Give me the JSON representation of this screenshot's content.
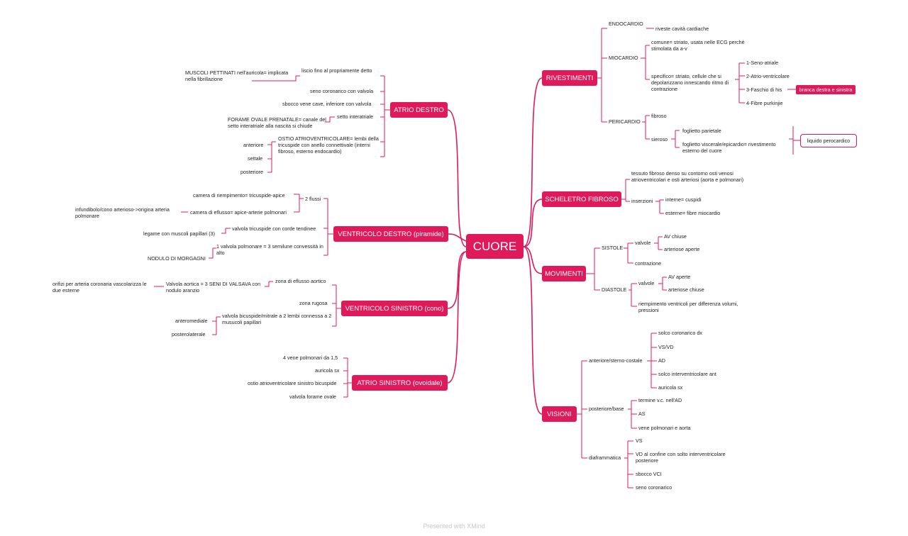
{
  "footer": "Presented with XMind",
  "root": "CUORE",
  "branches": {
    "rivestimenti": "RIVESTIMENTI",
    "scheletro": "SCHELETRO FIBROSO",
    "movimenti": "MOVIMENTI",
    "visioni": "VISIONI",
    "atrio_destro": "ATRIO DESTRO",
    "ventricolo_destro": "VENTRICOLO DESTRO (piramide)",
    "ventricolo_sinistro": "VENTRICOLO SINISTRO (cono)",
    "atrio_sinistro": "ATRIO SINISTRO (ovoidale)"
  },
  "riv": {
    "endocardio": "ENDOCARDIO",
    "endocardio_1": "riveste cavità cardiache",
    "miocardio": "MIOCARDIO",
    "comune": "comune= striato, usata nelle ECG perchè stimolata da a-v",
    "specifico": "specifico= striato, cellule che si depolarizzano innescando ritmo di contrazione",
    "seno": "1-Seno-atriale",
    "atrio_ventr": "2-Atrio-ventricolare",
    "his": "3-Faschio di his",
    "branca": "branca destra e sinistra",
    "purkinje": "4-Fibre purkinjie",
    "pericardio": "PERICARDIO",
    "fibroso": "fibroso",
    "sieroso": "sieroso",
    "parietale": "foglietto parietale",
    "viscerale": "foglietto viscerale/epicardio= rivestimento esterno del cuore",
    "liquido": "liquido perocardico"
  },
  "sch": {
    "tessuto": "tessuto fibroso denso su contorno osti venosi atrioventricolari e osti arteriosi (aorta e polmonari)",
    "inserzioni": "inserzioni",
    "interne": "interne= cuspidi",
    "esterne": "esterne= fibre miocardio"
  },
  "mov": {
    "sistole": "SISTOLE",
    "valvole": "valvole",
    "av_chiuse": "AV chiuse",
    "art_aperte": "arteriose aperte",
    "contrazione": "contrazione",
    "diastole": "DIASTOLE",
    "valvole2": "valvole",
    "av_aperte": "AV aperte",
    "art_chiuse": "arteriose chiuse",
    "riempimento": "riempimento ventricoli per differenza volumi, pressioni"
  },
  "vis": {
    "anteriore": "anteriore/sterno-costale",
    "a1": "solco coronarico dx",
    "a2": "VS/VD",
    "a3": "AD",
    "a4": "solco interventricolare ant",
    "a5": "auricola sx",
    "posteriore": "posteriore/base",
    "p1": "termine v.c. nell'AD",
    "p2": "AS",
    "p3": "vene polmonari e aorta",
    "diaframmatica": "diaframmatica",
    "d1": "VS",
    "d2": "VD al confine con solto interventricolare posteriore",
    "d3": "sbocco VCI",
    "d4": "seno coronarico"
  },
  "ad": {
    "liscio": "liscio fino al propriamente detto",
    "muscoli": "MUSCOLI PETTINATI nell'auricola= implicata nella fibrillazione",
    "seno": "seno coronarico con valvola",
    "sbocco": "sbocco vene cave, inferiore con valvola",
    "setto": "setto interatriale",
    "forame": "FORAME OVALE PRENATALE= canale del setto interatriale alla nascita si chiude",
    "ostio": "OSTIO ATRIOVENTRICOLARE= lembi della tricuspide con anello connettivale (interni fibroso, esterno endocardio)",
    "anteriore": "anteriore",
    "settale": "settale",
    "posteriore": "posteriore"
  },
  "vd": {
    "flussi": "2 flussi",
    "riempimento": "camera di riempimento= tricuspide-apice",
    "efflusso": "camera di eflusso= apice-arterie polmonari",
    "infundibolo": "infundibolo/cono arterioso->origina arteria polmonare",
    "valvola_tric": "valvola tricuspide con corde tendinee",
    "legame": "legame con muscoli papillari (3)",
    "valvola_polm": "1 valvola polmonare = 3 semilune convessità in alto",
    "nodulo": "NODULO DI MORGAGNI"
  },
  "vs": {
    "zona_efflusso": "zona di eflusso aortico",
    "valvola_aortica": "Valvola aortica = 3 SENI DI VALSAVA con nodulo aranzio",
    "orifizi": "orifizi per arteria coronaria vascolarizza le due esterne",
    "zona_rugosa": "zona rugosa",
    "bicuspide": "valvola bicuspide/mitrale a 2 lembi connessa a 2 musucoli papillari",
    "anteromediale": "anteromediale",
    "posterolaterale": "posterolaterale"
  },
  "as": {
    "vene": "4 vene polmonari da 1,5",
    "auricola": "auricola sx",
    "ostio": "ostio atrioventricolare sinistro bicuspide",
    "forame": "valvola forame ovale"
  }
}
